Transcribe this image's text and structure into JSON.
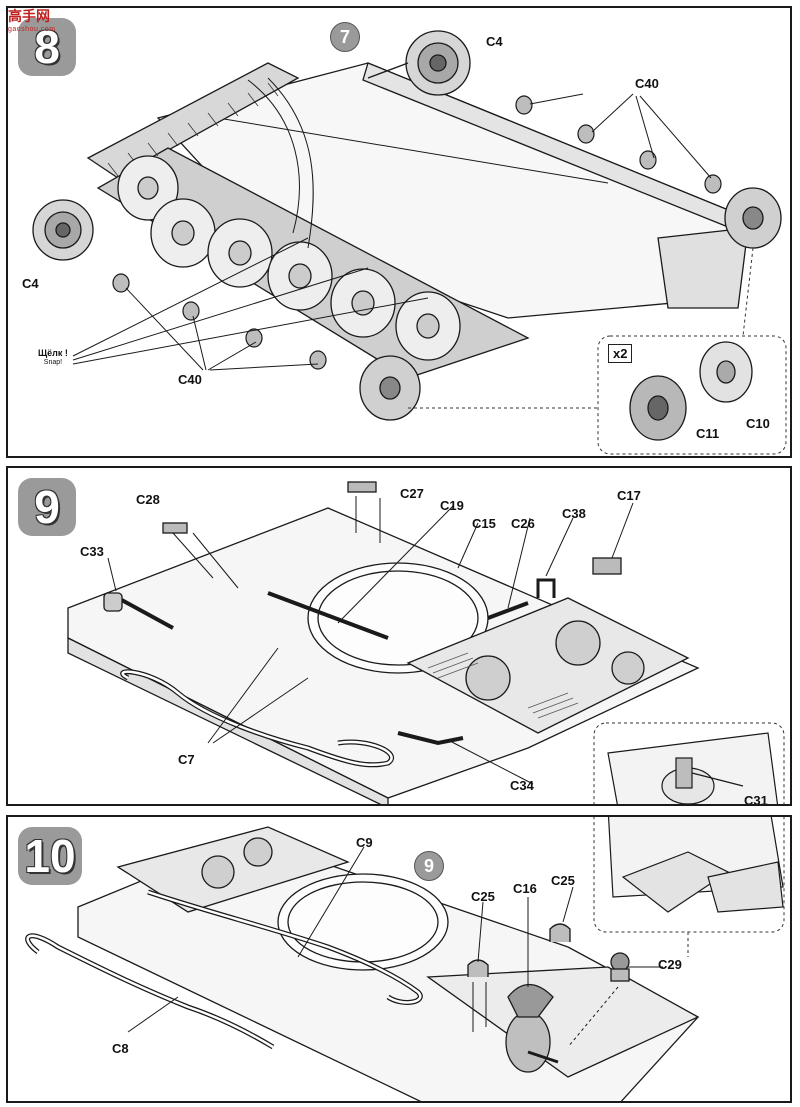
{
  "watermark": {
    "text": "高手网",
    "subtext": "gaoshou.com"
  },
  "step8": {
    "number": "8",
    "sub_ref": "7",
    "labels": {
      "c4_top": "C4",
      "c4_left": "C4",
      "c40_right": "C40",
      "c40_left": "C40",
      "c11": "C11",
      "c10": "C10"
    },
    "qty": "x2",
    "snap": {
      "main": "Щёлк !",
      "sub": "Snap!"
    }
  },
  "step9": {
    "number": "9",
    "labels": {
      "c27": "C27",
      "c28": "C28",
      "c19": "C19",
      "c15": "C15",
      "c26": "C26",
      "c38": "C38",
      "c17": "C17",
      "c33": "C33",
      "c7": "C7",
      "c34": "C34",
      "c31": "C31"
    }
  },
  "step10": {
    "number": "10",
    "sub_ref": "9",
    "labels": {
      "c9": "C9",
      "c25_left": "C25",
      "c16": "C16",
      "c25_right": "C25",
      "c29": "C29",
      "c8": "C8"
    }
  },
  "colors": {
    "badge": "#9a9a9a",
    "line": "#1a1a1a",
    "fill_light": "#f2f2f2",
    "fill_mid": "#cfcfcf",
    "fill_dark": "#8a8a8a"
  }
}
